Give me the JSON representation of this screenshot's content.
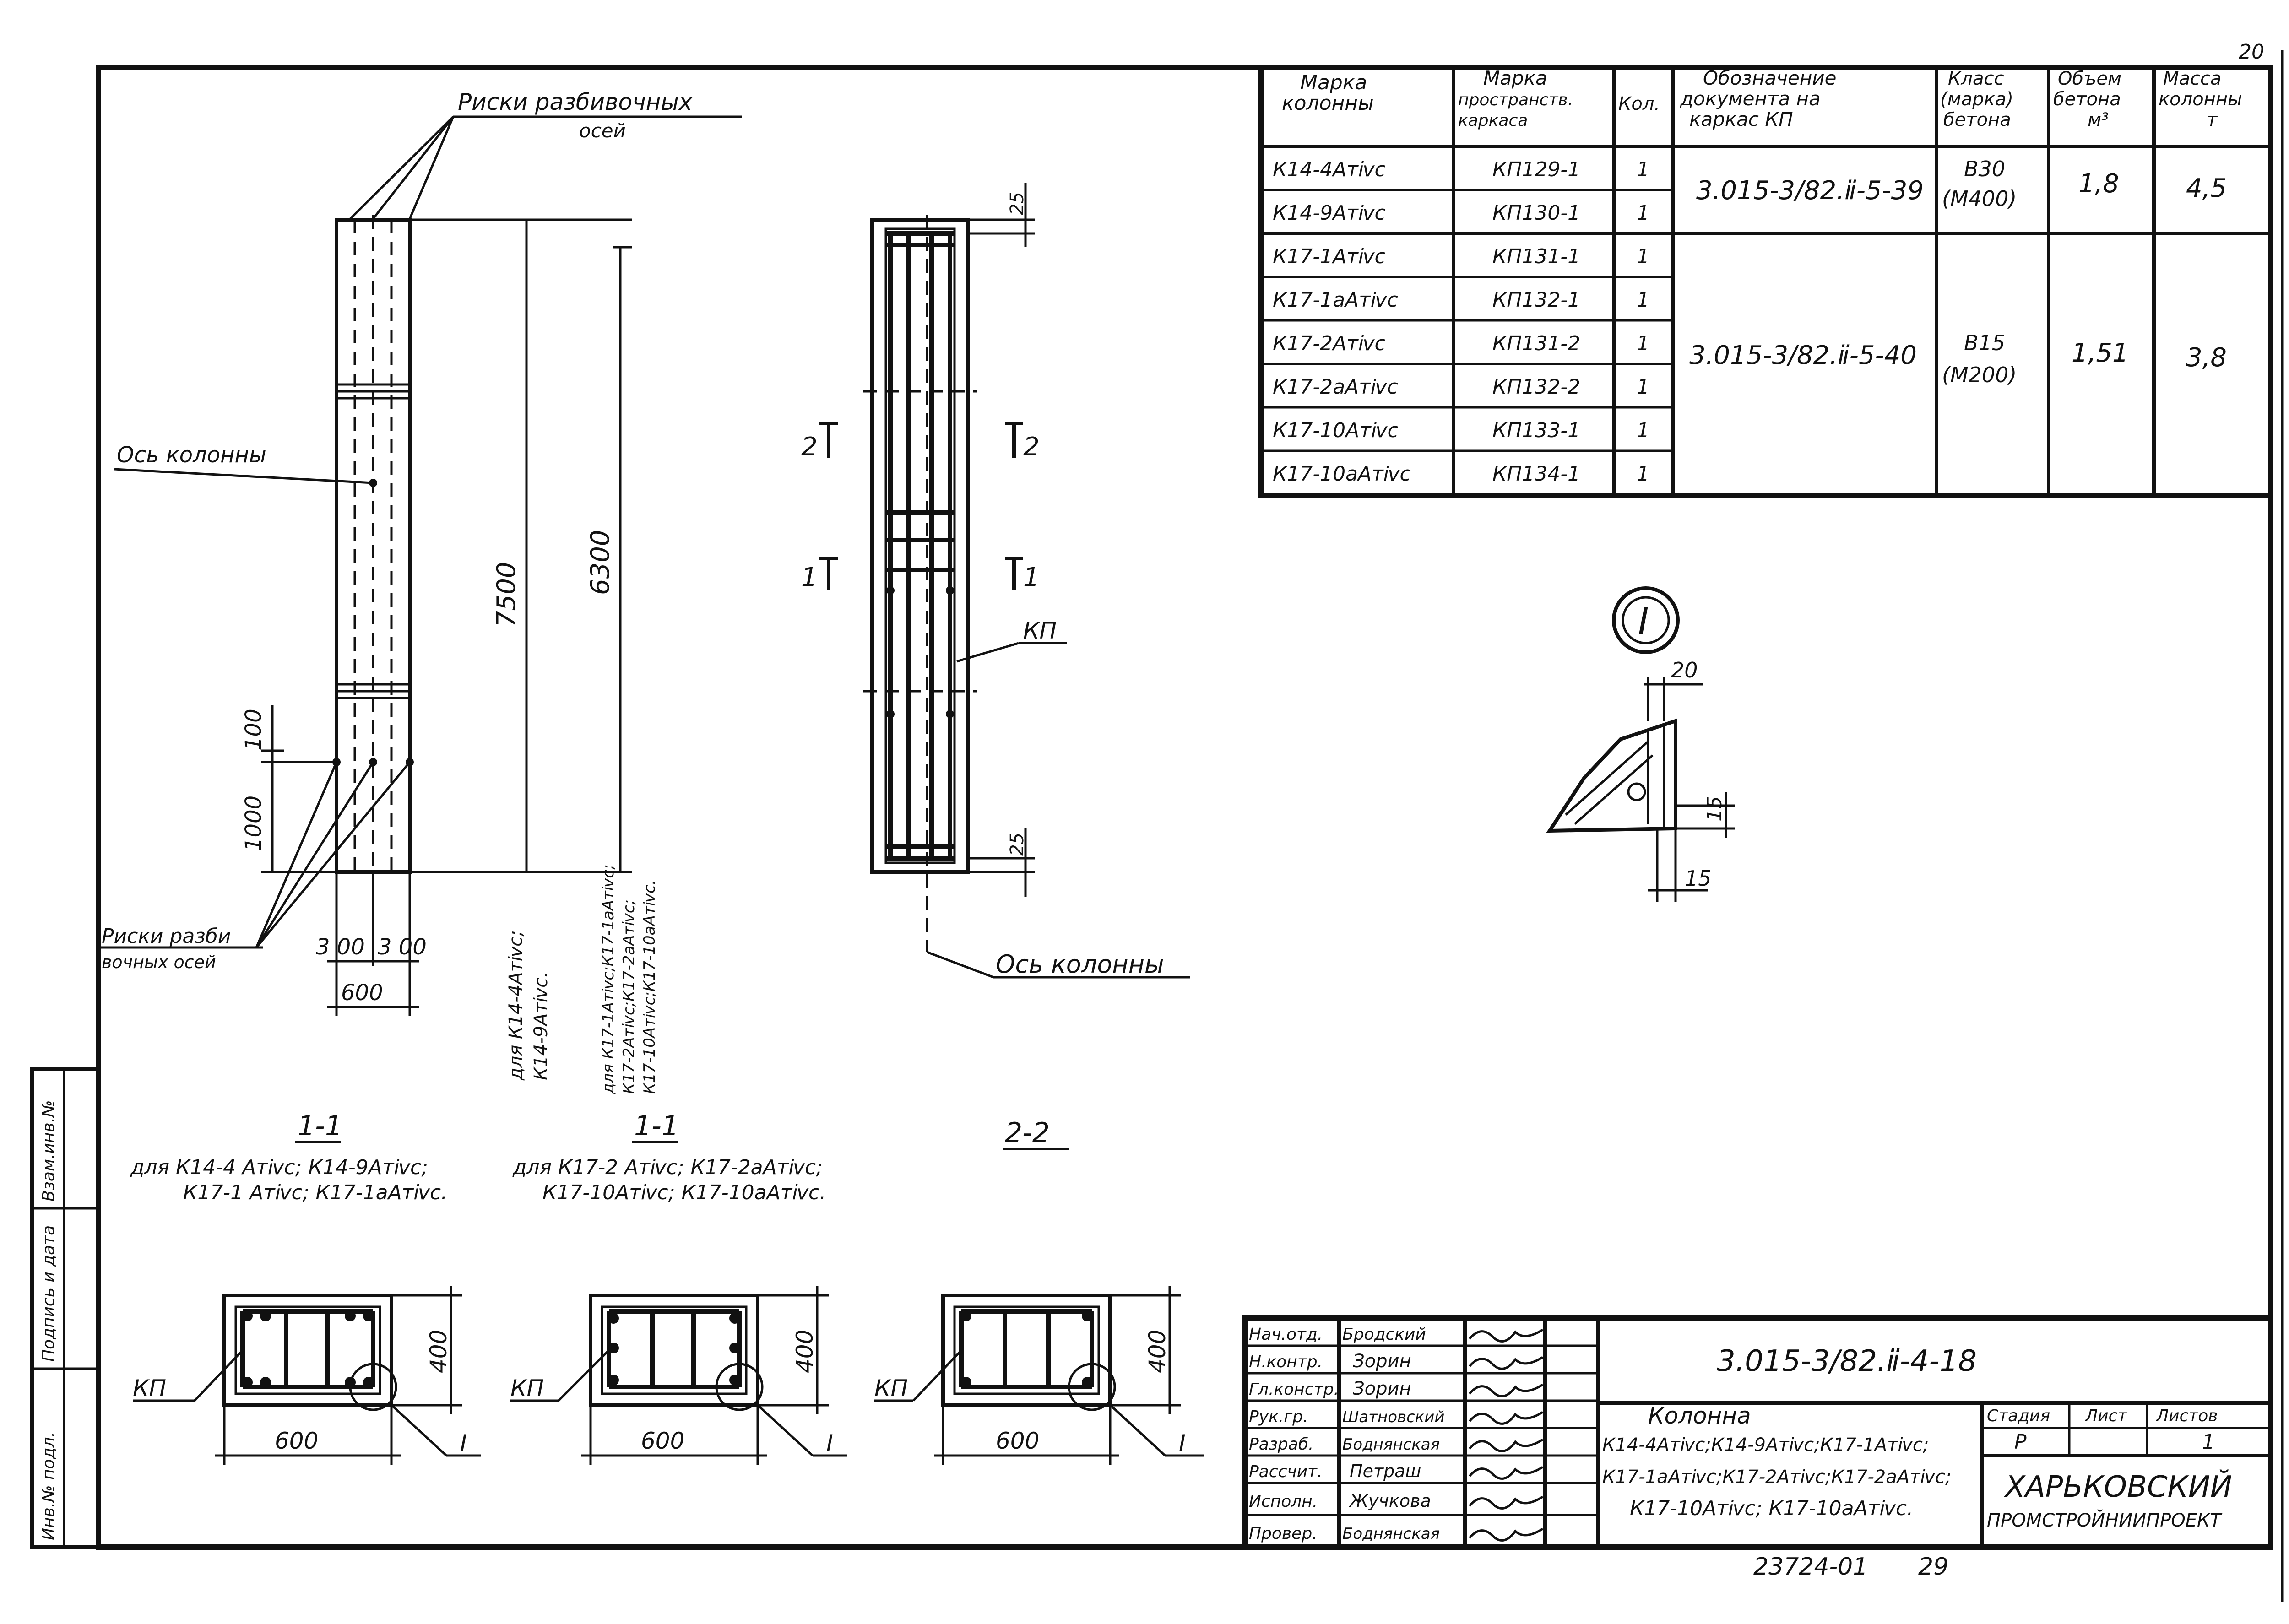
{
  "sheet": {
    "corner_number": "20"
  },
  "elevation": {
    "marks_top_label_1": "Риски разбивочных",
    "marks_top_label_2": "осей",
    "axis_label": "Ось колонны",
    "marks_bottom_label_1": "Риски разби",
    "marks_bottom_label_2": "вочных осей",
    "dim_7500": "7500",
    "dim_6300": "6300",
    "dim_100": "100",
    "dim_1000": "1000",
    "dim_300_left": "3 00",
    "dim_300_right": "3 00",
    "dim_600": "600",
    "note_7500": "для К14-4Атⅳс;",
    "note_7500_b": "К14-9Атⅳс.",
    "note_6300_a": "для К17-1Атⅳс;К17-1аАтⅳс;",
    "note_6300_b": "К17-2Атⅳс;К17-2аАтⅳс;",
    "note_6300_c": "К17-10Атⅳс;К17-10аАтⅳс."
  },
  "cage_view": {
    "dim_25_top": "25",
    "dim_25_bottom": "25",
    "cut2_left": "2",
    "cut2_right": "2",
    "cut1_left": "1",
    "cut1_right": "1",
    "kp_label": "КП",
    "axis_label": "Ось колонны"
  },
  "detail": {
    "marker": "I",
    "dim_20": "20",
    "dim_15_side": "15",
    "dim_15_bottom": "15"
  },
  "sections": [
    {
      "title": "1-1",
      "caption_1": "для К14-4 Атⅳс; К14-9Атⅳс;",
      "caption_2": "К17-1 Атⅳс; К17-1аАтⅳс.",
      "kp": "КП",
      "w": "600",
      "h": "400",
      "marker": "I"
    },
    {
      "title": "1-1",
      "caption_1": "для К17-2 Атⅳс; К17-2аАтⅳс;",
      "caption_2": "К17-10Атⅳс; К17-10аАтⅳс.",
      "kp": "КП",
      "w": "600",
      "h": "400",
      "marker": "I"
    },
    {
      "title": "2-2",
      "caption_1": "",
      "caption_2": "",
      "kp": "КП",
      "w": "600",
      "h": "400",
      "marker": "I"
    }
  ],
  "spec_table": {
    "headers": [
      [
        "Марка",
        "колонны"
      ],
      [
        "Марка",
        "пространств.",
        "каркаса"
      ],
      [
        "Кол."
      ],
      [
        "Обозначение",
        "документа на",
        "каркас КП"
      ],
      [
        "Класс",
        "(марка)",
        "бетона"
      ],
      [
        "Объем",
        "бетона",
        "м³"
      ],
      [
        "Масса",
        "колонны",
        "т"
      ]
    ],
    "rows": [
      {
        "mark": "К14-4Атⅳс",
        "kp": "КП129-1",
        "qty": "1"
      },
      {
        "mark": "К14-9Атⅳс",
        "kp": "КП130-1",
        "qty": "1"
      },
      {
        "mark": "К17-1Атⅳс",
        "kp": "КП131-1",
        "qty": "1"
      },
      {
        "mark": "К17-1аАтⅳс",
        "kp": "КП132-1",
        "qty": "1"
      },
      {
        "mark": "К17-2Атⅳс",
        "kp": "КП131-2",
        "qty": "1"
      },
      {
        "mark": "К17-2аАтⅳс",
        "kp": "КП132-2",
        "qty": "1"
      },
      {
        "mark": "К17-10Атⅳс",
        "kp": "КП133-1",
        "qty": "1"
      },
      {
        "mark": "К17-10аАтⅳс",
        "kp": "КП134-1",
        "qty": "1"
      }
    ],
    "group1": {
      "doc": "3.015-3/82.ⅱ-5-39",
      "class_1": "В30",
      "class_2": "(М400)",
      "volume": "1,8",
      "mass": "4,5"
    },
    "group2": {
      "doc": "3.015-3/82.ⅱ-5-40",
      "class_1": "В15",
      "class_2": "(М200)",
      "volume": "1,51",
      "mass": "3,8"
    }
  },
  "title_block": {
    "roles": [
      "Нач.отд.",
      "Н.контр.",
      "Гл.констр.",
      "Рук.гр.",
      "Разраб.",
      "Рассчит.",
      "Исполн.",
      "Провер."
    ],
    "names": [
      "Бродский",
      "Зорин",
      "Зорин",
      "Шатновский",
      "Боднянская",
      "Петраш",
      "Жучкова",
      "Боднянская"
    ],
    "doc_code": "3.015-3/82.ⅱ-4-18",
    "name_1": "Колонна",
    "name_2": "К14-4Атⅳс;К14-9Атⅳс;К17-1Атⅳс;",
    "name_3": "К17-1аАтⅳс;К17-2Атⅳс;К17-2аАтⅳс;",
    "name_4": "К17-10Атⅳс; К17-10аАтⅳс.",
    "stage_label": "Стадия",
    "sheet_label": "Лист",
    "sheets_label": "Листов",
    "stage": "Р",
    "sheet": "",
    "sheets": "1",
    "org_1": "ХАРЬКОВСКИЙ",
    "org_2": "ПРОМСТРОЙНИИПРОЕКТ"
  },
  "side_stamp": [
    "Инв.№ подл.",
    "Подпись и дата",
    "Взам.инв.№"
  ],
  "footer": {
    "archive": "23724-01",
    "page": "29"
  }
}
